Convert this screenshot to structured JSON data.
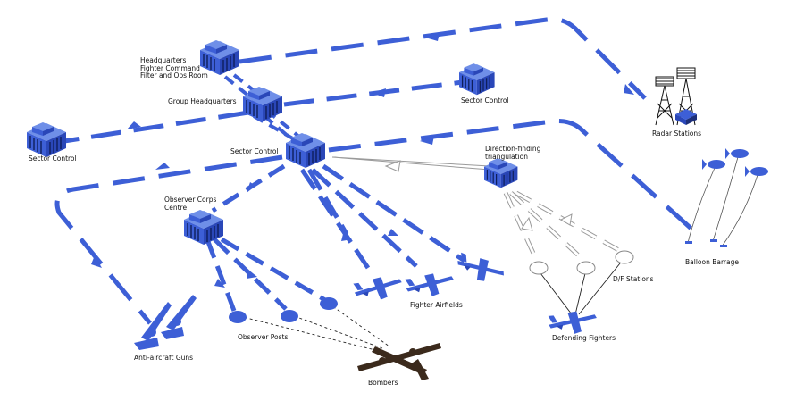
{
  "colors": {
    "route": "#3d5fd6",
    "route_dark": "#243f9e",
    "building": "#3d5fd6",
    "building_dark": "#1d2f78",
    "df_outline": "#9a9a9a",
    "bomber": "#3b2a1c",
    "text": "#111111"
  },
  "icons": {
    "building": "building-icon",
    "radar_tower": "radar-tower-icon",
    "balloon": "barrage-balloon-icon",
    "fighter": "fighter-aircraft-icon",
    "bomber": "bomber-aircraft-icon",
    "gun": "anti-aircraft-gun-icon",
    "observer_post": "observer-post-icon",
    "df_station": "df-station-icon"
  },
  "labels": {
    "hq": "Headquarters\nFighter Command\nFilter and Ops Room",
    "group_hq": "Group Headquarters",
    "sector_control_right": "Sector Control",
    "sector_control_left": "Sector Control",
    "sector_control_center": "Sector Control",
    "radar_stations": "Radar Stations",
    "direction_finding": "Direction-finding\ntriangulation",
    "observer_corps": "Observer Corps\nCentre",
    "balloon_barrage": "Balloon Barrage",
    "df_stations": "D/F Stations",
    "fighter_airfields": "Fighter Airfields",
    "observer_posts": "Observer Posts",
    "defending_fighters": "Defending Fighters",
    "anti_aircraft_guns": "Anti-aircraft Guns",
    "bombers": "Bombers"
  }
}
